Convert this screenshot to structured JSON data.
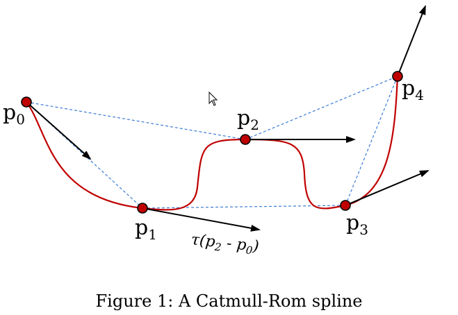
{
  "points": [
    {
      "id": "p0",
      "letter": "p",
      "sub": "0"
    },
    {
      "id": "p1",
      "letter": "p",
      "sub": "1"
    },
    {
      "id": "p2",
      "letter": "p",
      "sub": "2"
    },
    {
      "id": "p3",
      "letter": "p",
      "sub": "3"
    },
    {
      "id": "p4",
      "letter": "p",
      "sub": "4"
    }
  ],
  "tangent_label": {
    "tau": "τ",
    "open": "(",
    "a": "p",
    "a_sub": "2",
    "minus": " - ",
    "b": "p",
    "b_sub": "0",
    "close": ")"
  },
  "caption": "Figure 1: A Catmull-Rom spline",
  "colors": {
    "curve": "#c00000",
    "control_polygon": "#3a7bd5",
    "point_fill": "#c00000",
    "point_stroke": "#000000",
    "arrow": "#000000"
  },
  "icons": [
    "mouse-cursor-icon"
  ]
}
